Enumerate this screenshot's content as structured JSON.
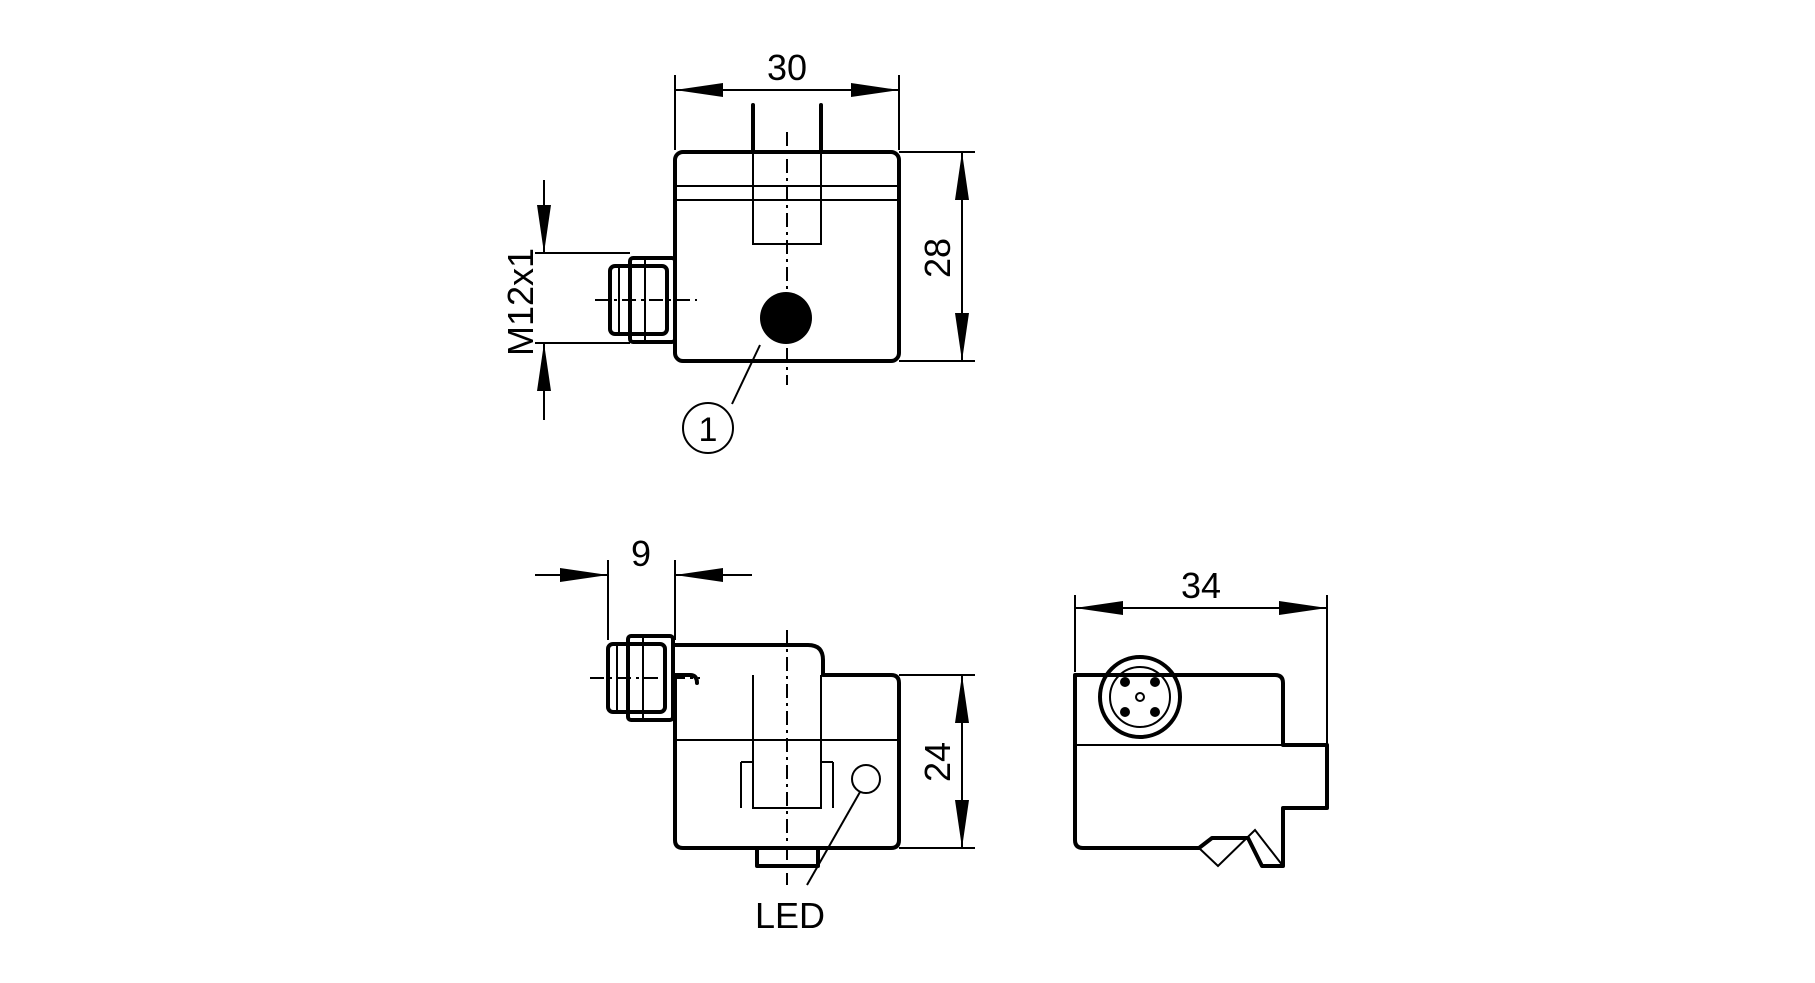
{
  "dimensions": {
    "width_top": "30",
    "height_top": "28",
    "thread": "M12x1",
    "offset_side": "9",
    "height_side": "24",
    "width_end": "34"
  },
  "callouts": {
    "item_1": "1",
    "led": "LED"
  }
}
